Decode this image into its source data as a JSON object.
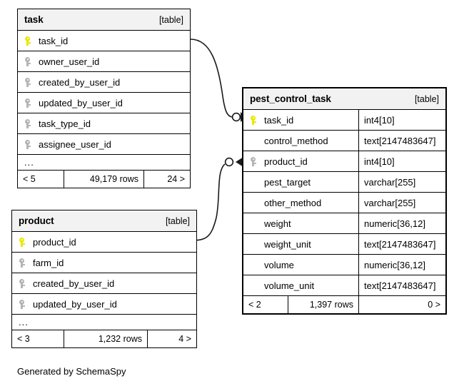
{
  "diagram": {
    "type": "entity-relationship-diagram",
    "credit": "Generated by SchemaSpy",
    "table_tag": "[table]",
    "ellipsis": "...",
    "colors": {
      "primary_key": "#e8e800",
      "foreign_key": "#b5b5b5",
      "header_bg": "#f2f2f2",
      "border": "#000000",
      "background": "#ffffff"
    }
  },
  "tables": [
    {
      "name": "task",
      "tag": "[table]",
      "focused": false,
      "show_types": false,
      "columns": [
        {
          "key": "pk",
          "name": "task_id"
        },
        {
          "key": "fk",
          "name": "owner_user_id"
        },
        {
          "key": "fk",
          "name": "created_by_user_id"
        },
        {
          "key": "fk",
          "name": "updated_by_user_id"
        },
        {
          "key": "fk",
          "name": "task_type_id"
        },
        {
          "key": "fk",
          "name": "assignee_user_id"
        }
      ],
      "has_more": true,
      "footer": {
        "left": "< 5",
        "middle": "49,179 rows",
        "right": "24 >"
      }
    },
    {
      "name": "product",
      "tag": "[table]",
      "focused": false,
      "show_types": false,
      "columns": [
        {
          "key": "pk",
          "name": "product_id"
        },
        {
          "key": "fk",
          "name": "farm_id"
        },
        {
          "key": "fk",
          "name": "created_by_user_id"
        },
        {
          "key": "fk",
          "name": "updated_by_user_id"
        }
      ],
      "has_more": true,
      "footer": {
        "left": "< 3",
        "middle": "1,232 rows",
        "right": "4 >"
      }
    },
    {
      "name": "pest_control_task",
      "tag": "[table]",
      "focused": true,
      "show_types": true,
      "columns": [
        {
          "key": "pk",
          "name": "task_id",
          "type": "int4[10]"
        },
        {
          "key": "none",
          "name": "control_method",
          "type": "text[2147483647]"
        },
        {
          "key": "fk",
          "name": "product_id",
          "type": "int4[10]"
        },
        {
          "key": "none",
          "name": "pest_target",
          "type": "varchar[255]"
        },
        {
          "key": "none",
          "name": "other_method",
          "type": "varchar[255]"
        },
        {
          "key": "none",
          "name": "weight",
          "type": "numeric[36,12]"
        },
        {
          "key": "none",
          "name": "weight_unit",
          "type": "text[2147483647]"
        },
        {
          "key": "none",
          "name": "volume",
          "type": "numeric[36,12]"
        },
        {
          "key": "none",
          "name": "volume_unit",
          "type": "text[2147483647]"
        }
      ],
      "has_more": false,
      "footer": {
        "left": "< 2",
        "middle": "1,397 rows",
        "right": "0 >"
      }
    }
  ],
  "relationships": [
    {
      "from_table": "task",
      "from_column": "task_id",
      "to_table": "pest_control_task",
      "to_column": "task_id",
      "from_cardinality": "one",
      "to_cardinality": "zero-or-one"
    },
    {
      "from_table": "product",
      "from_column": "product_id",
      "to_table": "pest_control_task",
      "to_column": "product_id",
      "from_cardinality": "one",
      "to_cardinality": "zero-or-one"
    }
  ]
}
